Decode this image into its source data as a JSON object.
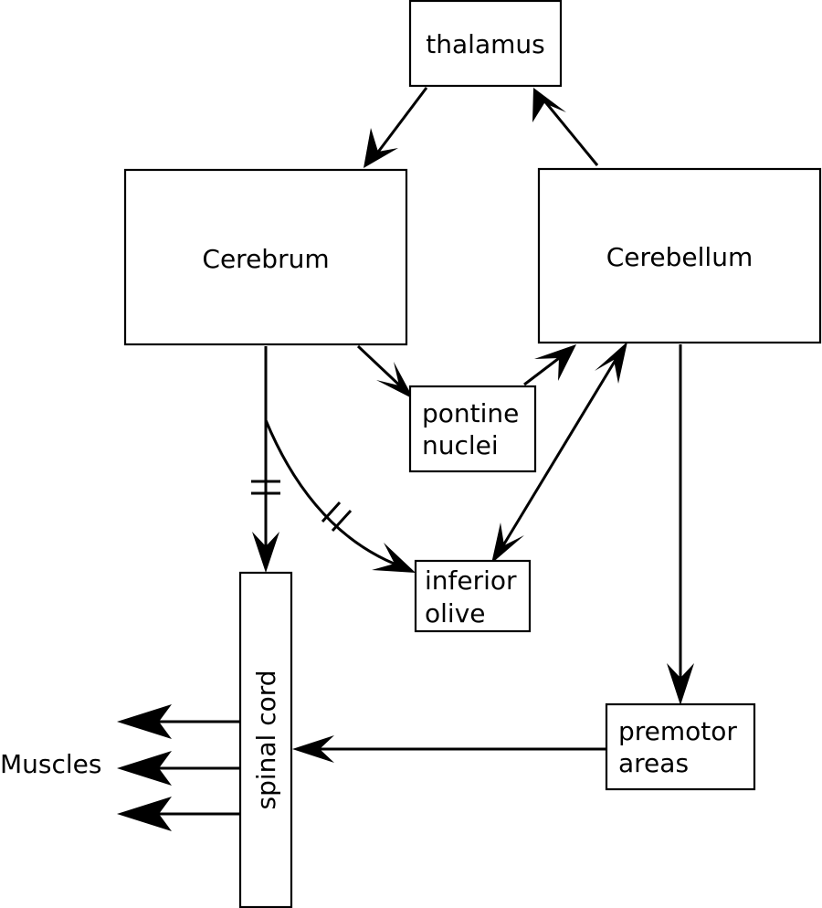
{
  "nodes": {
    "thalamus": "thalamus",
    "cerebrum": "Cerebrum",
    "cerebellum": "Cerebellum",
    "pontine_nuclei": [
      "pontine",
      "nuclei"
    ],
    "inferior_olive": [
      "inferior",
      "olive"
    ],
    "premotor_areas": [
      "premotor",
      "areas"
    ],
    "spinal_cord": "spinal cord"
  },
  "labels": {
    "muscles": "Muscles"
  },
  "colors": {
    "stroke": "#000000",
    "fill": "#ffffff"
  }
}
